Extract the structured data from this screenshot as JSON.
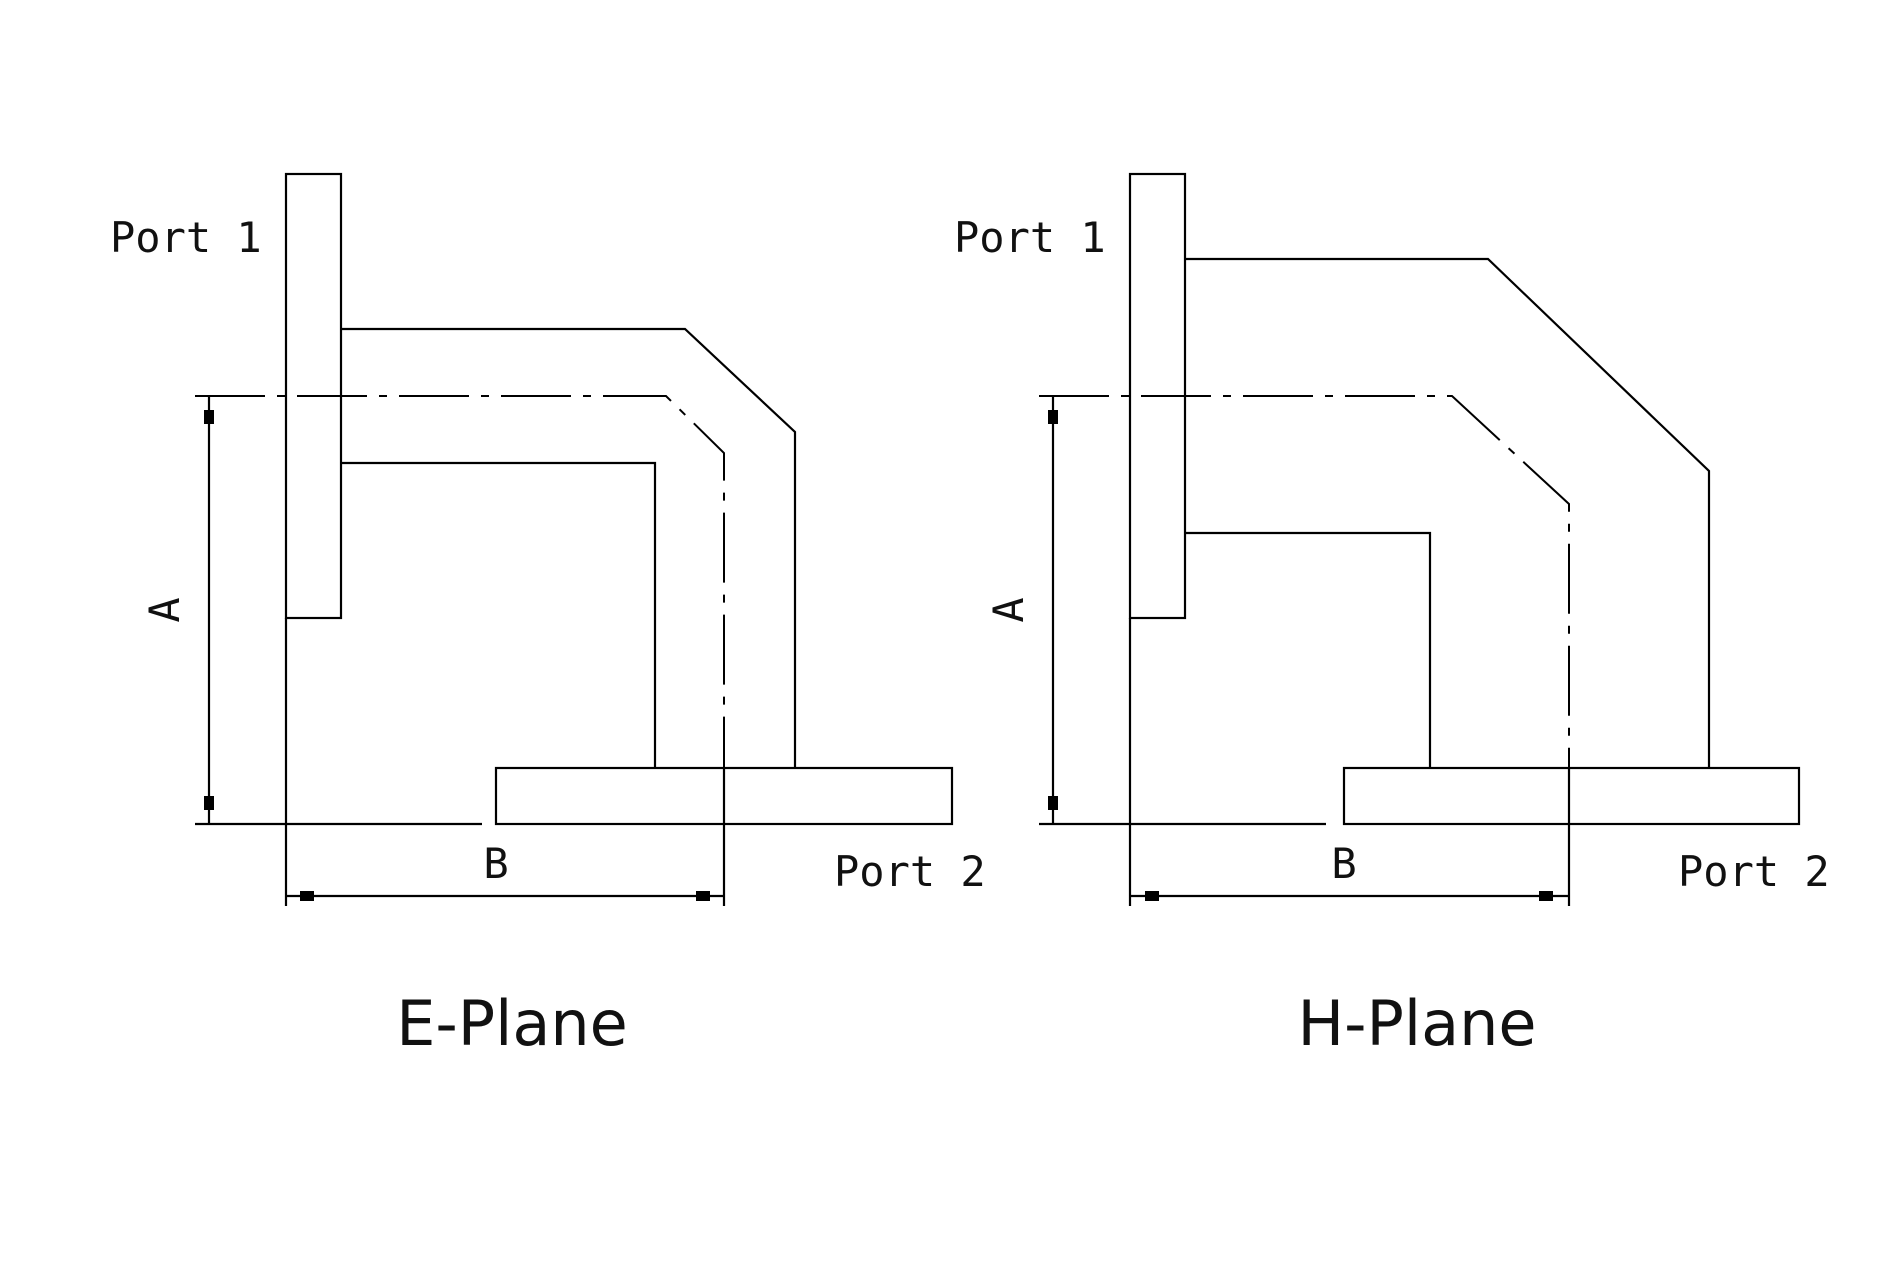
{
  "diagrams": [
    {
      "caption": "E-Plane",
      "port1_label": "Port 1",
      "port2_label": "Port 2",
      "dim_a_label": "A",
      "dim_b_label": "B"
    },
    {
      "caption": "H-Plane",
      "port1_label": "Port 1",
      "port2_label": "Port 2",
      "dim_a_label": "A",
      "dim_b_label": "B"
    }
  ]
}
